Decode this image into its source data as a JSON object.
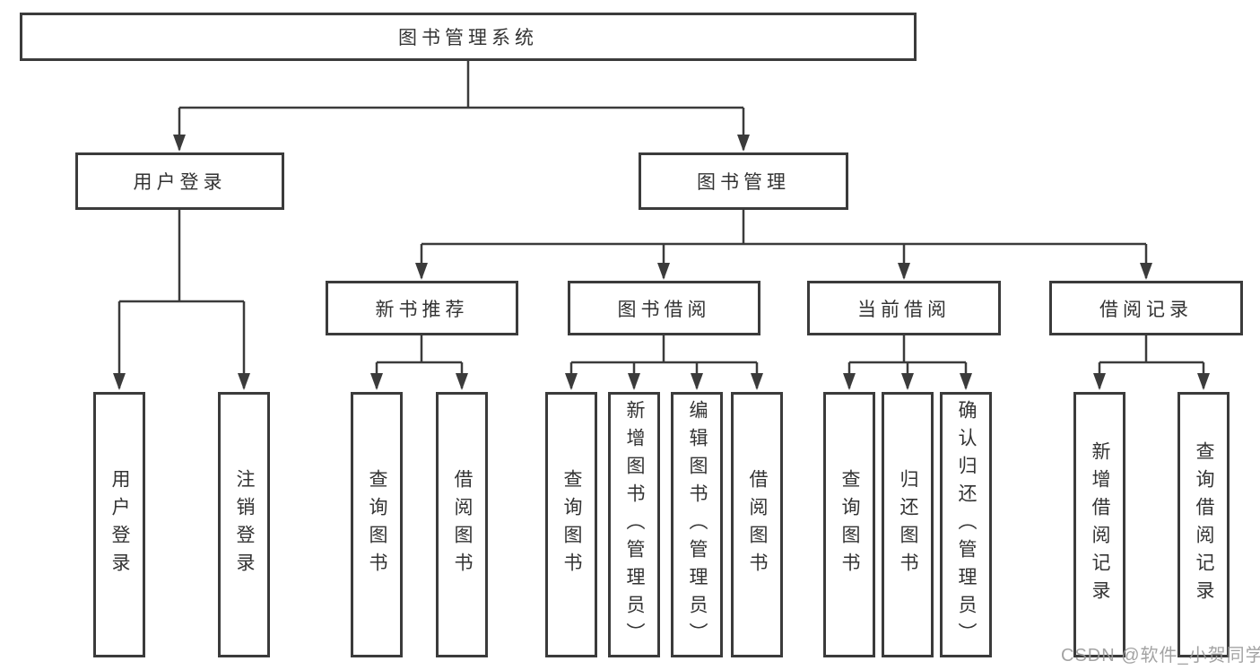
{
  "diagram": {
    "root": {
      "label": "图书管理系统"
    },
    "branches": [
      {
        "label": "用户登录",
        "leaves": [
          {
            "label": "用户登录"
          },
          {
            "label": "注销登录"
          }
        ]
      },
      {
        "label": "图书管理",
        "groups": [
          {
            "label": "新书推荐",
            "leaves": [
              {
                "label": "查询图书"
              },
              {
                "label": "借阅图书"
              }
            ]
          },
          {
            "label": "图书借阅",
            "leaves": [
              {
                "label": "查询图书"
              },
              {
                "label": "新增图书（管理员）"
              },
              {
                "label": "编辑图书（管理员）"
              },
              {
                "label": "借阅图书"
              }
            ]
          },
          {
            "label": "当前借阅",
            "leaves": [
              {
                "label": "查询图书"
              },
              {
                "label": "归还图书"
              },
              {
                "label": "确认归还（管理员）"
              }
            ]
          },
          {
            "label": "借阅记录",
            "leaves": [
              {
                "label": "新增借阅记录"
              },
              {
                "label": "查询借阅记录"
              }
            ]
          }
        ]
      }
    ]
  },
  "watermark": {
    "text": "CSDN @软件_小贺同学"
  },
  "colors": {
    "line": "#3b3b3b",
    "text": "#333333",
    "watermark": "#9a9a9a",
    "background": "#ffffff"
  }
}
